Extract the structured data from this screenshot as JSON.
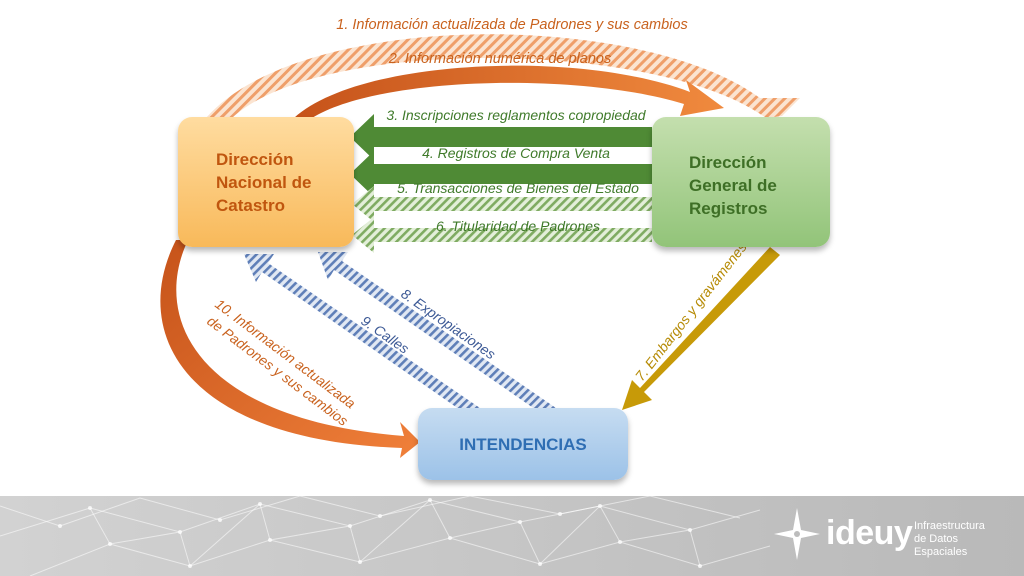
{
  "nodes": {
    "catastro": "Dirección\nNacional de\nCatastro",
    "registros": "Dirección\nGeneral de\nRegistros",
    "intendencias": "INTENDENCIAS"
  },
  "flows": {
    "f1": "1. Información actualizada de Padrones y sus cambios",
    "f2": "2. Información numérica de planos",
    "f3": "3. Inscripciones reglamentos copropiedad",
    "f4": "4. Registros de Compra Venta",
    "f5": "5. Transacciones de Bienes del Estado",
    "f6": "6. Titularidad de Padrones",
    "f7": "7. Embargos y gravámenes",
    "f8": "8. Expropiaciones",
    "f9": "9. Calles",
    "f10_line1": "10. Información actualizada",
    "f10_line2": "de Padrones y sus cambios"
  },
  "colors": {
    "orange": "#e8722c",
    "orange_text": "#c9621e",
    "green": "#4f8a35",
    "green_text": "#3f7a2a",
    "gold": "#c79a08",
    "blue": "#4a6aa6",
    "blue_text": "#3d5a96"
  },
  "footer": {
    "logo_word": "ideuy",
    "logo_sub": "Infraestructura\nde Datos Espaciales"
  }
}
